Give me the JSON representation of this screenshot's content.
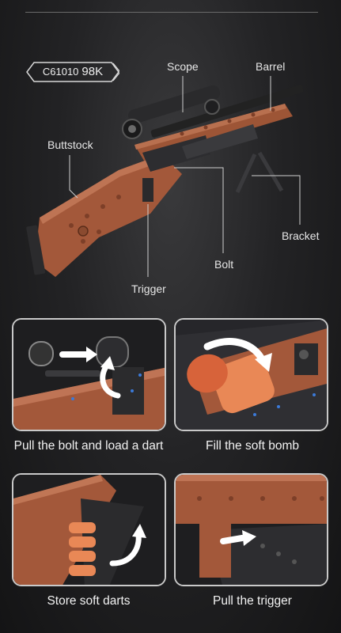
{
  "product": {
    "code": "C61010",
    "model": "98K"
  },
  "labels": {
    "scope": "Scope",
    "barrel": "Barrel",
    "buttstock": "Buttstock",
    "bracket": "Bracket",
    "bolt": "Bolt",
    "trigger": "Trigger"
  },
  "steps": [
    {
      "caption": "Pull the bolt and load a dart"
    },
    {
      "caption": "Fill the soft bomb"
    },
    {
      "caption": "Store soft darts"
    },
    {
      "caption": "Pull the trigger"
    }
  ],
  "colors": {
    "brick_wood": "#a3583a",
    "brick_dark": "#2a2a2c",
    "dart_orange": "#e07a45",
    "arrow": "#ffffff"
  }
}
